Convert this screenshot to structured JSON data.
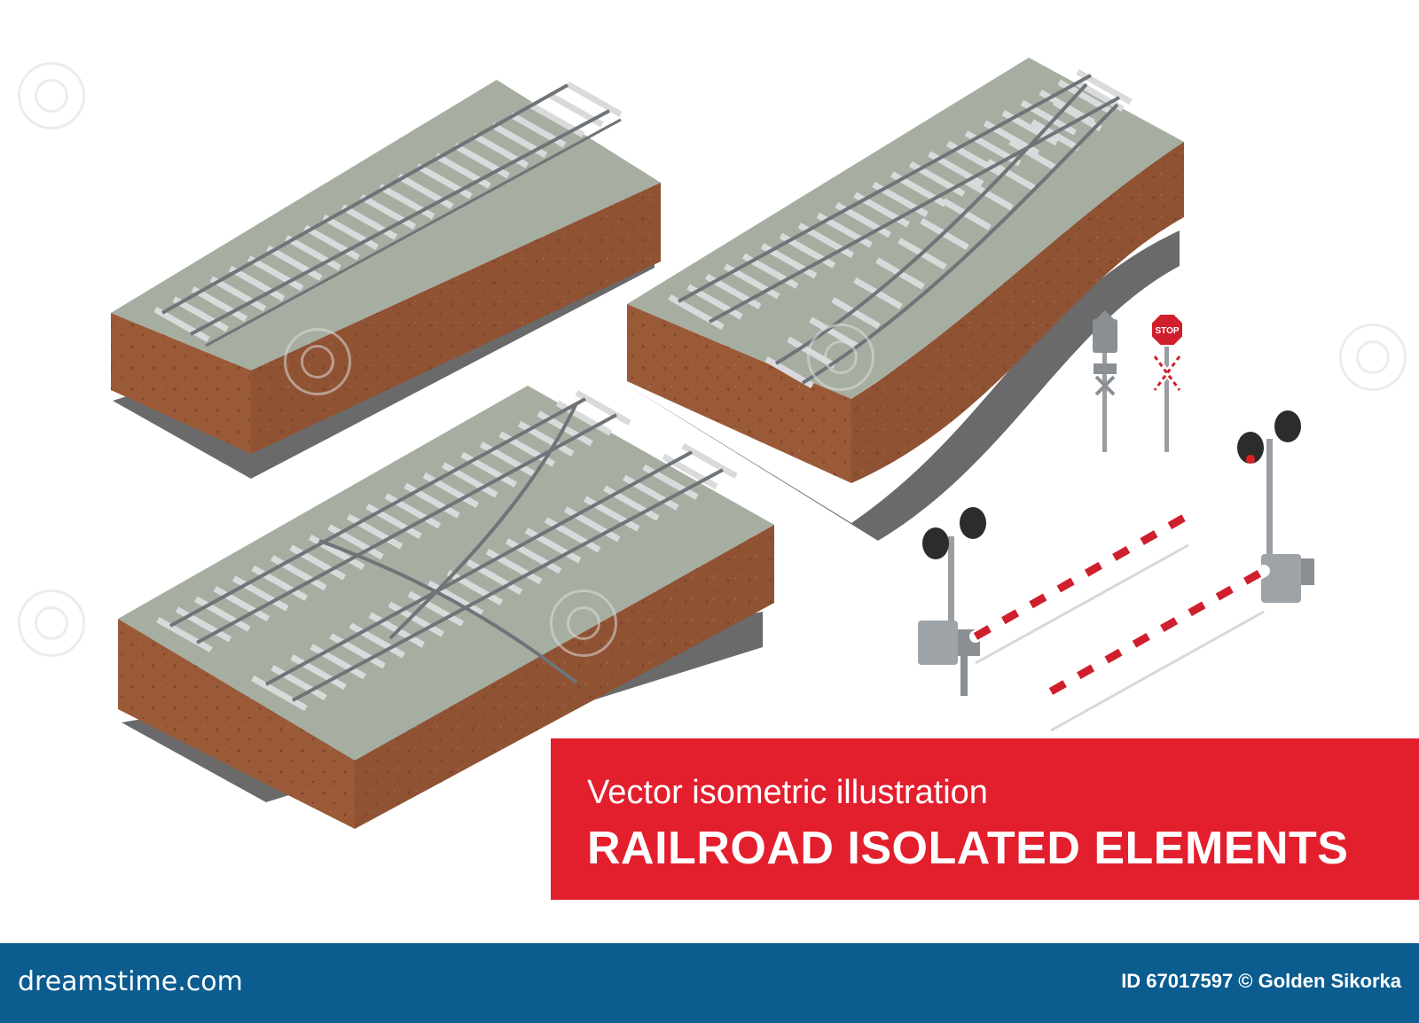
{
  "banner": {
    "subtitle": "Vector isometric illustration",
    "title": "RAILROAD ISOLATED ELEMENTS",
    "color": "#e31e2d"
  },
  "signs": {
    "stop_label": "STOP"
  },
  "footer": {
    "logo": "dreamstime.com",
    "credit": "ID 67017597 © Golden Sikorka",
    "color": "#0b5c8f"
  },
  "colors": {
    "ballast": "#a6aea2",
    "soil": "#9a5a38",
    "soil_dark": "#7d4529",
    "rail": "#6f7478",
    "sleeper": "#d9dadb",
    "shadow": "#6a6a6a",
    "barrier_red": "#d01f2c",
    "pole": "#9a9ea2"
  }
}
